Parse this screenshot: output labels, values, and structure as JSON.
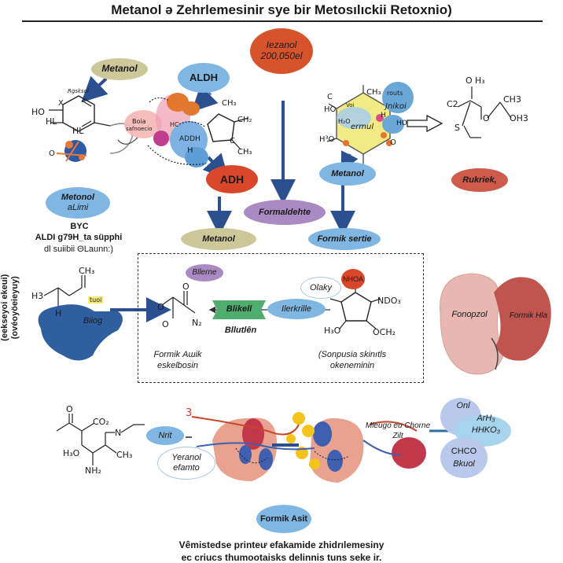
{
  "title": "Metanol ə Zehrlemesinir sye bir Metosılıckii Retoxnio)",
  "nodes": {
    "metanol_top": "Metanol",
    "aldh": "ALDH",
    "adh": "ADH",
    "etanol_line1": "Iezanol",
    "etanol_line2": "200,050el",
    "formaldehyde": "Formaldehte",
    "metanol_mid": "Metanol",
    "metanol_right": "Metanol",
    "formik_right": "Formik sertie",
    "rukriek": "Rukriek,",
    "metanol_left_1": "Metonol",
    "metanol_left_2": "aLimi",
    "left_text_1": "BYC",
    "left_text_2": "ALDI g79H_ta süpphi",
    "left_text_3": "dl suiibii ΘLaunn:)",
    "bllerne": "Bllerne",
    "blikell": "Blikell",
    "bllutien": "Bllutlên",
    "ilerkrile": "Ilerkrille",
    "olaky": "Olaky",
    "nhoa": "NHOA",
    "biiog": "Biiog",
    "formik_alik_1": "Formik Ашik",
    "formik_alik_2": "eskelbosin",
    "sonpusia_1": "(Sonpusia skinıtls",
    "sonpusia_2": "okeneminin",
    "fonopzol": "Fonopzol",
    "formik_hla": "Formik Hla",
    "nrit": "Nrit",
    "yeranol_1": "Yeranol",
    "yeranol_2": "efamto",
    "mleugo_1": "Mleugo eu Chorne",
    "mleugo_2": "Zilt",
    "onl": "Onl",
    "arh": "ArH₃",
    "hhko": "HHKO₃",
    "chco": "CHCO",
    "bkuol": "Bkuol",
    "formik_asit": "Formik Asit",
    "side_label_1": "(eekseyoi ekeui)",
    "side_label_2": "(ovéoyöeieyuy)",
    "footer_line1": "Vêmistedse printeư efakamide zhidrılemesiny",
    "footer_line2": "ec criucs thumootaisks delinnis tuns seke ir."
  },
  "chem_labels": {
    "rgshseol": "Rgsksol",
    "x": "X",
    "ho": "HO",
    "hl": "HL",
    "hl2": "HL",
    "o_left": "O",
    "boia": "Boia",
    "safnoecio": "safnoecio",
    "ch3_a": "CH₃",
    "ch3_b": "CH₃",
    "ch_c": "CH₂",
    "c_small": "C",
    "h3c_a": "HC",
    "aldh_core": "ADDH",
    "h_small": "H",
    "routs": "routs",
    "fnikoi": "Jnikoi",
    "ch3_hex": "CH₃",
    "c_hex": "C",
    "ho_hex": "HO",
    "ho2_hex": "H₂O",
    "hexring": "ermul",
    "vol": "Voi",
    "h3o_hex": "H³O",
    "h_hex2": "H",
    "o_hex": "O",
    "ho3": "HO",
    "h_o": "H₃",
    "o_top": "O",
    "ch3_r": "CH3",
    "ch3_r2": "OH3",
    "c2": "C2",
    "s": "S",
    "o_mid": "O",
    "ch3_left": "CH₃",
    "h3_left": "H3",
    "h_left": "H",
    "tuoi": "tuoi",
    "o_mid2": "O",
    "o_mid3": "O",
    "n_mid": "N₂",
    "o_mid4": "O",
    "ndo3": "NDO₃",
    "h3o": "H₃O",
    "och2": "OCH₂",
    "o_b1": "O",
    "co2": "CO₂",
    "n_b": "N",
    "h3o_b": "H₃O",
    "ch3_b2": "CH₃",
    "nh2_b": "NH₂",
    "num3": "3"
  }
}
